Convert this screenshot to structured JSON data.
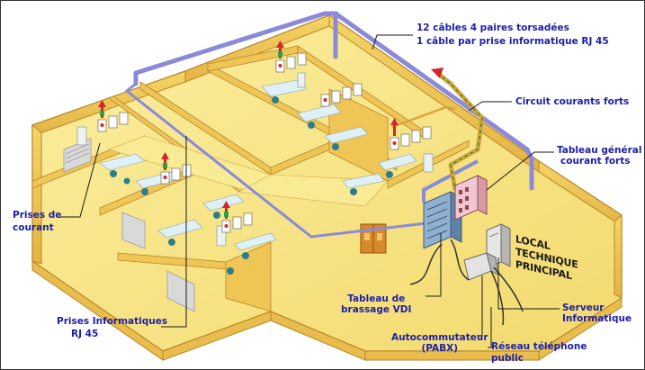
{
  "labels": {
    "cables_line1": "12 câbles 4 paires torsadées",
    "cables_line2": "1 câble par prise informatique RJ 45",
    "circuit": "Circuit courants forts",
    "tableau_general_line1": "Tableau général",
    "tableau_general_line2": "courant forts",
    "prises_courant_line1": "Prises de",
    "prises_courant_line2": "courant",
    "prises_info_line1": "Prises Informatiques",
    "prises_info_line2": "RJ 45",
    "brassage_line1": "Tableau de",
    "brassage_line2": "brassage VDI",
    "pabx_line1": "Autocommutateur",
    "pabx_line2": "(PABX)",
    "serveur_line1": "Serveur",
    "serveur_line2": "Informatique",
    "reseau_line1": "Réseau téléphone",
    "reseau_line2": "public"
  },
  "room_sign": [
    "LOCAL",
    "TECHNIQUE",
    "PRINCIPAL"
  ],
  "colors": {
    "label_text": "#1c1fa6",
    "floor": "#f6e27f",
    "wall": "#f2cf5c",
    "wall_dark": "#dca93c",
    "cable_trunk": "#8a8ad8",
    "power_circuit": "#d8a43a",
    "power_arrow": "#d12828",
    "data_arrow": "#2ea043"
  }
}
